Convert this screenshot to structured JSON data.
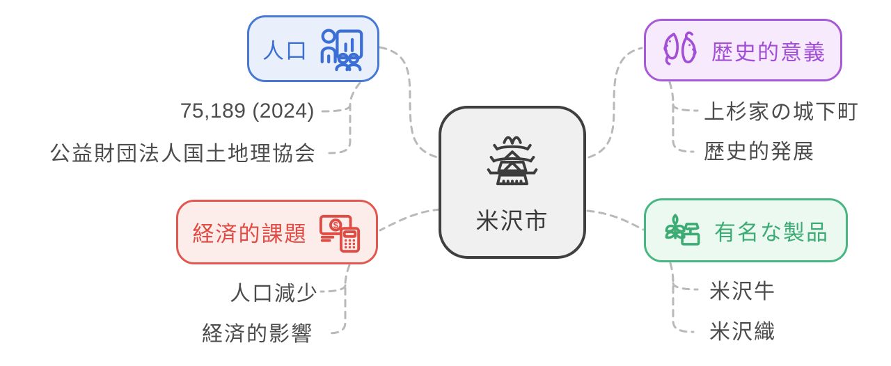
{
  "center": {
    "label": "米沢市",
    "icon": "castle-icon"
  },
  "branches": [
    {
      "id": "population",
      "label": "人口",
      "icon": "presentation-demographics-icon",
      "accent_color": "#4678d4",
      "fill_color": "#e9f0fc",
      "children": [
        "75,189 (2024)",
        "公益財団法人国土地理協会"
      ]
    },
    {
      "id": "history",
      "label": "歴史的意義",
      "icon": "koi-fish-icon",
      "accent_color": "#a75ad8",
      "fill_color": "#f7eafc",
      "children": [
        "上杉家の城下町",
        "歴史的発展"
      ]
    },
    {
      "id": "economy",
      "label": "経済的課題",
      "icon": "money-calculator-icon",
      "accent_color": "#e2574f",
      "fill_color": "#fcecea",
      "children": [
        "人口減少",
        "経済的影響"
      ]
    },
    {
      "id": "products",
      "label": "有名な製品",
      "icon": "rice-plant-market-icon",
      "accent_color": "#49b581",
      "fill_color": "#ecf9f1",
      "children": [
        "米沢牛",
        "米沢織"
      ]
    }
  ],
  "icons": {
    "dollar_glyph": "$"
  },
  "colors": {
    "center_border": "#3f3f3f",
    "center_fill": "#f0f0f0",
    "connector": "#b9b9b9",
    "leaf_text": "#4c4c4c",
    "background": "#ffffff"
  }
}
